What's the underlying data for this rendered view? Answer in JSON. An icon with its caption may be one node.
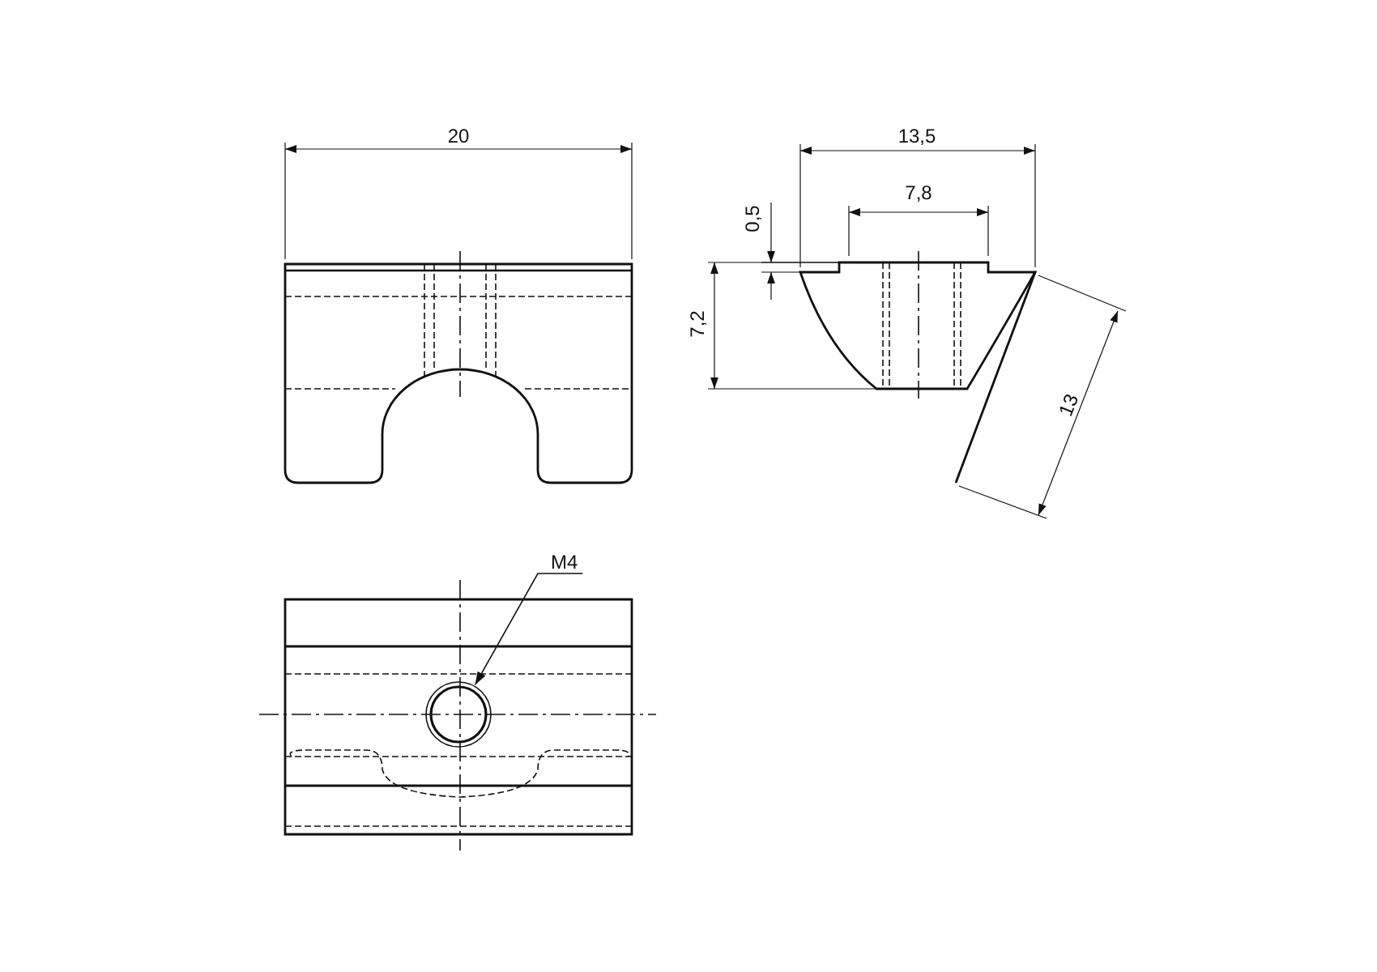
{
  "diagram": {
    "nodes": [
      {
        "text": [
          "M4"
        ]
      },
      {
        "text": [],
        "shape": "circle"
      }
    ],
    "edges": [
      {
        "from": 0,
        "to": 1,
        "arrow": "to"
      }
    ],
    "labels": [
      "20",
      "13,5",
      "7,8",
      "0,5",
      "7,2",
      "13"
    ]
  }
}
